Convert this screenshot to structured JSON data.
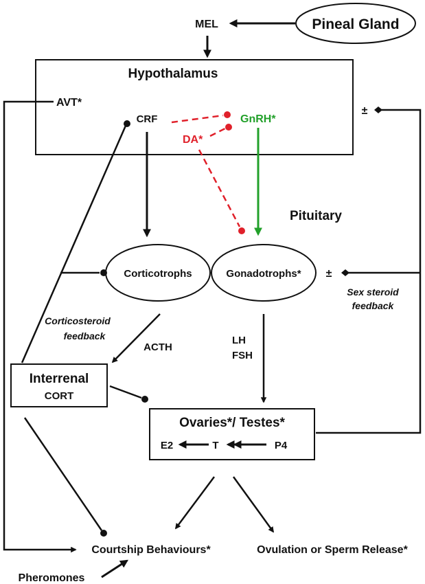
{
  "colors": {
    "ink": "#111111",
    "inhibitory_red": "#e0202a",
    "stimulatory_green": "#22a02a"
  },
  "nodes": {
    "pineal_gland": "Pineal Gland",
    "mel": "MEL",
    "hypothalamus": "Hypothalamus",
    "avt": "AVT*",
    "crf": "CRF",
    "gnrh": "GnRH*",
    "da": "DA*",
    "plus_minus_hypothalamus": "±",
    "pituitary": "Pituitary",
    "corticotrophs": "Corticotrophs",
    "gonadotrophs": "Gonadotrophs*",
    "plus_minus_pituitary": "±",
    "sex_steroid_feedback_line1": "Sex steroid",
    "sex_steroid_feedback_line2": "feedback",
    "corticosteroid_feedback_line1": "Corticosteroid",
    "corticosteroid_feedback_line2": "feedback",
    "acth": "ACTH",
    "lh": "LH",
    "fsh": "FSH",
    "interrenal": "Interrenal",
    "cort": "CORT",
    "ovaries_testes": "Ovaries*/ Testes*",
    "e2": "E2",
    "t": "T",
    "p4": "P4",
    "courtship_behaviours": "Courtship Behaviours*",
    "ovulation_sperm_release": "Ovulation or Sperm Release*",
    "pheromones": "Pheromones"
  }
}
